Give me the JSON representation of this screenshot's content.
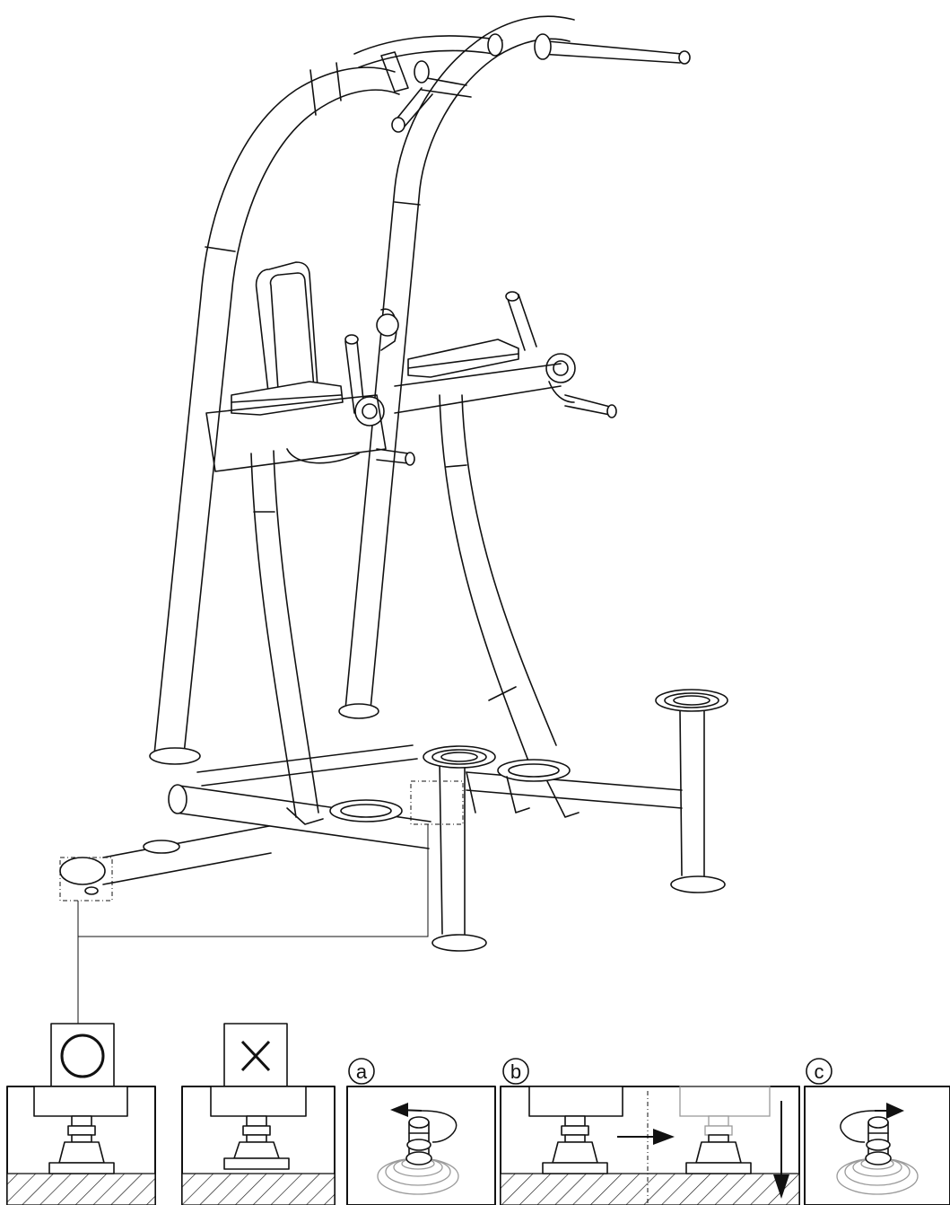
{
  "labels": {
    "step_a": "a",
    "step_b": "b",
    "step_c": "c"
  },
  "colors": {
    "line": "#111111",
    "ghost": "#9a9a9a",
    "background": "#ffffff"
  },
  "icons": {
    "correct": "circle-icon",
    "incorrect": "cross-icon",
    "rotate_left": "arrow-rotate-counterclockwise-icon",
    "move_right": "arrow-right-icon",
    "move_down": "arrow-down-icon",
    "rotate_right": "arrow-rotate-clockwise-icon"
  }
}
